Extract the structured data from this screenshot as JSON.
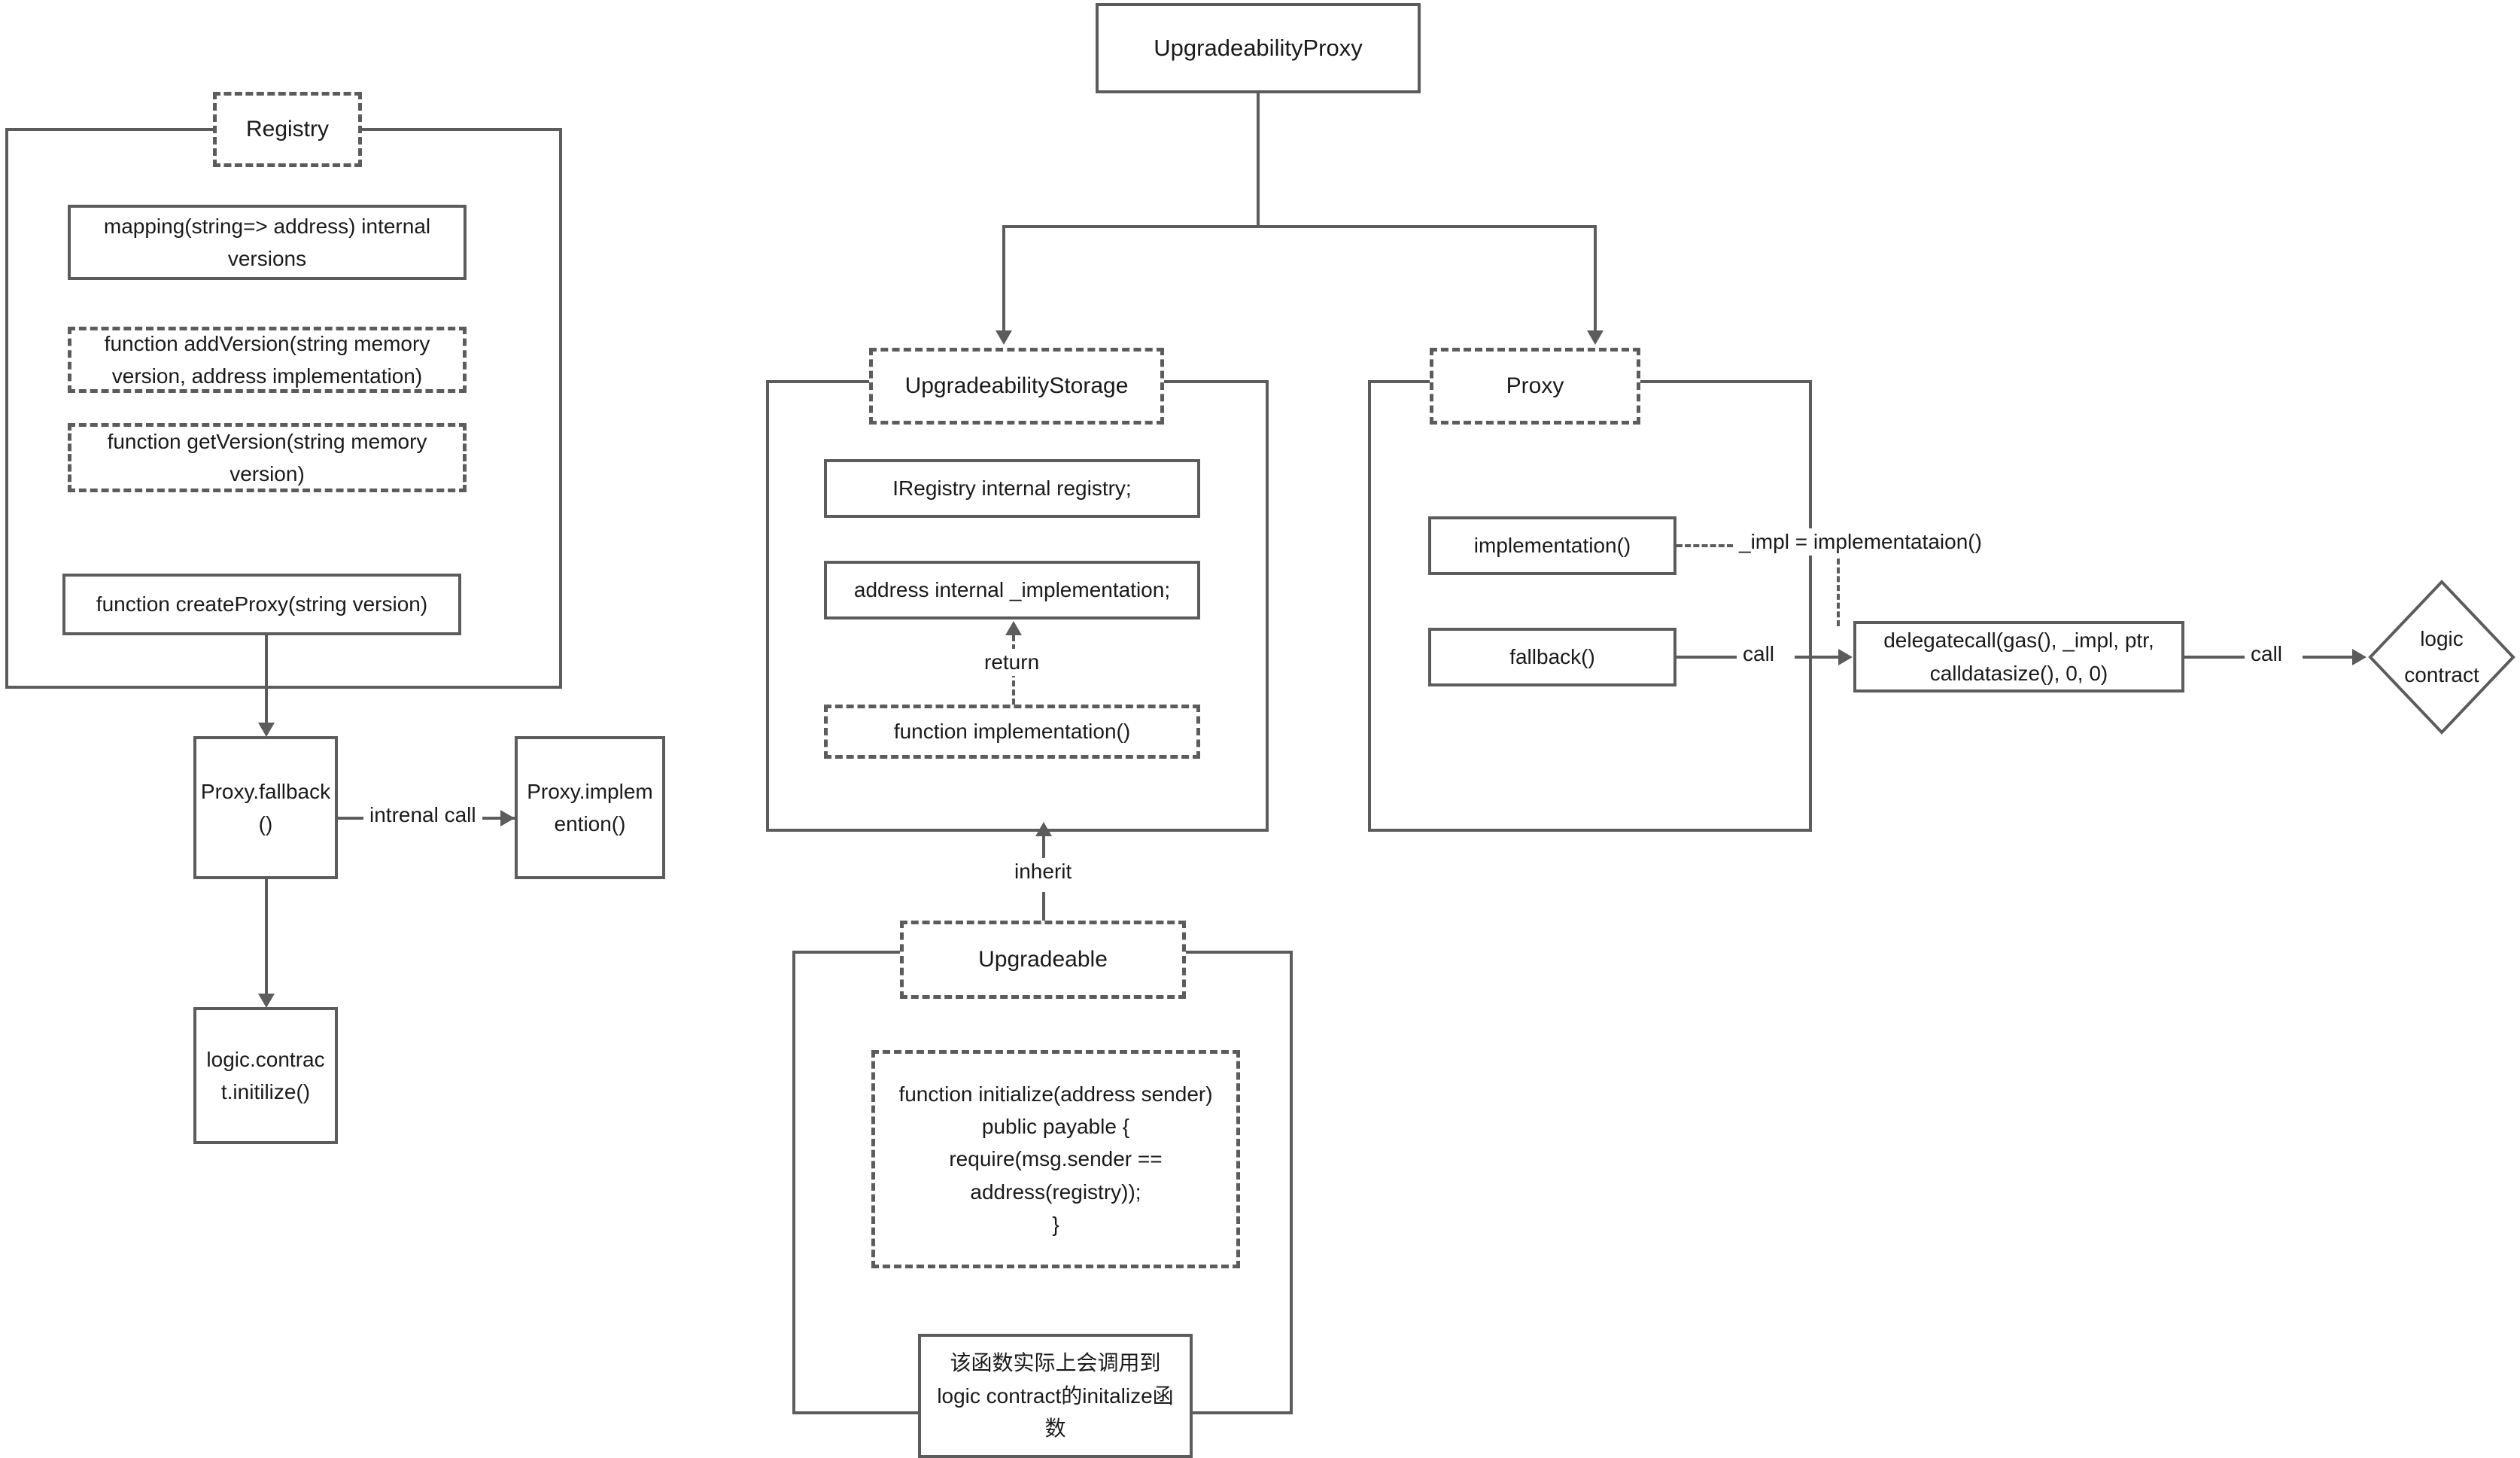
{
  "diagram": {
    "title": "UpgradeabilityProxy contract architecture",
    "accent_color": "#5c5c5c",
    "background_color": "#ffffff",
    "text_color": "#1a1a1a"
  },
  "nodes": {
    "upgradeability_proxy": "UpgradeabilityProxy",
    "registry": "Registry",
    "registry_versions": "mapping(string=> address) internal\nversions",
    "registry_add_version": "function addVersion(string memory\nversion, address implementation)",
    "registry_get_version": "function getVersion(string memory\nversion)",
    "registry_create_proxy": "function createProxy(string version)",
    "proxy_fallback": "Proxy.fallback\n()",
    "proxy_implemention": "Proxy.implem\nention()",
    "logic_contract_initilize": "logic.contrac\nt.initilize()",
    "upgradeability_storage": "UpgradeabilityStorage",
    "iregistry_internal_registry": "IRegistry internal registry;",
    "address_internal_implementation": "address internal _implementation;",
    "function_implementation": "function implementation()",
    "upgradeable": "Upgradeable",
    "function_initialize": "function initialize(address sender)\npublic payable {\nrequire(msg.sender ==\naddress(registry));\n}",
    "chinese_note": "该函数实际上会调用到\nlogic contract的initalize函\n数",
    "proxy": "Proxy",
    "implementation_fn": "implementation()",
    "fallback_fn": "fallback()",
    "delegatecall": "delegatecall(gas(), _impl, ptr,\ncalldatasize(), 0, 0)",
    "logic_contract_diamond": "logic\ncontract"
  },
  "edge_labels": {
    "intrenal_call": "intrenal call",
    "return": "return",
    "inherit": "inherit",
    "impl_assignment": "_impl = implementataion()",
    "call_fallback_to_delegatecall": "call",
    "call_delegatecall_to_logic": "call"
  }
}
